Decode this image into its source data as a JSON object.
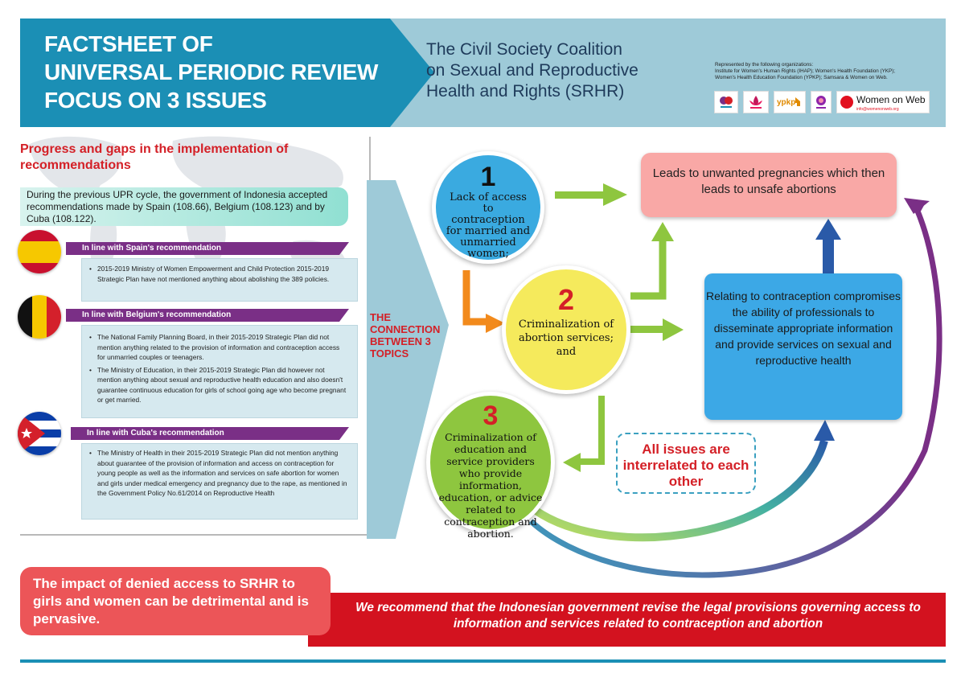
{
  "header": {
    "title_lines": [
      "FACTSHEET OF",
      "UNIVERSAL PERIODIC REVIEW",
      "FOCUS ON 3 ISSUES"
    ],
    "coalition_lines": [
      "The Civil Society Coalition",
      "on Sexual and Reproductive",
      "Health and Rights (SRHR)"
    ],
    "represented_lines": [
      "Represented by the following organizations:",
      "Institute for Women's Human Rights (IHAP); Women's Health Foundation (YKP);",
      "Women's Health Education Foundation (YPKP); Samsara & Women on Web."
    ],
    "logo_women_on_web": "Women on Web",
    "logo_women_on_web_sub": "info@womenonweb.org"
  },
  "left": {
    "title": "Progress and gaps in the implementation of recommendations",
    "intro": "During the previous UPR cycle, the government of Indonesia accepted recommendations made by Spain (108.66), Belgium (108.123) and by Cuba (108.122).",
    "spain": {
      "label": "In line with Spain's recommendation",
      "items": [
        "2015-2019 Ministry of Women Empowerment and Child Protection 2015-2019 Strategic Plan have not mentioned anything about abolishing the 389 policies."
      ]
    },
    "belgium": {
      "label": "In line with Belgium's recommendation",
      "items": [
        "The National Family Planning Board, in their 2015-2019 Strategic Plan did not mention anything related to the provision of information and contraception access for unmarried couples or teenagers.",
        "The Ministry of Education, in their 2015-2019 Strategic Plan did however not mention anything about sexual and reproductive health education and also doesn't guarantee continuous education for girls of school going age who become pregnant or get married."
      ]
    },
    "cuba": {
      "label": "In line with Cuba's recommendation",
      "items": [
        "The Ministry of Health in their 2015-2019 Strategic Plan did not mention anything about guarantee of the provision of information and access on contraception for young people as well as the information and services on safe abortion for women and girls under medical emergency and pregnancy due to the rape, as mentioned in the Government Policy No.61/2014 on Reproductive Health"
      ]
    }
  },
  "center": {
    "connection": "THE CONNECTION BETWEEN 3 TOPICS",
    "circle1_num": "1",
    "circle1_text": "Lack of access to contraception for married and unmarried women;",
    "circle2_num": "2",
    "circle2_text": "Criminalization of abortion services; and",
    "circle3_num": "3",
    "circle3_text": "Criminalization of education and service providers who provide information, education, or advice related to contraception and abortion.",
    "leads": "Leads to unwanted pregnancies which then leads to unsafe abortions",
    "relating": "Relating to contraception compromises the ability of professionals to disseminate appropriate information and provide services on sexual and reproductive health",
    "all_issues": "All issues are interrelated to each other"
  },
  "bottom": {
    "impact": "The impact of denied access to SRHR to girls and women can be detrimental and is pervasive.",
    "recommend": "We recommend that the Indonesian government revise the legal provisions governing access to information and services related to contraception and abortion"
  },
  "colors": {
    "header_blue": "#1b8fb5",
    "header_light": "#9ecad8",
    "red": "#d42027",
    "purple": "#7a2f86",
    "green": "#8ec63f",
    "yellow": "#f5ea5c",
    "blue_circle": "#3aaae0"
  }
}
